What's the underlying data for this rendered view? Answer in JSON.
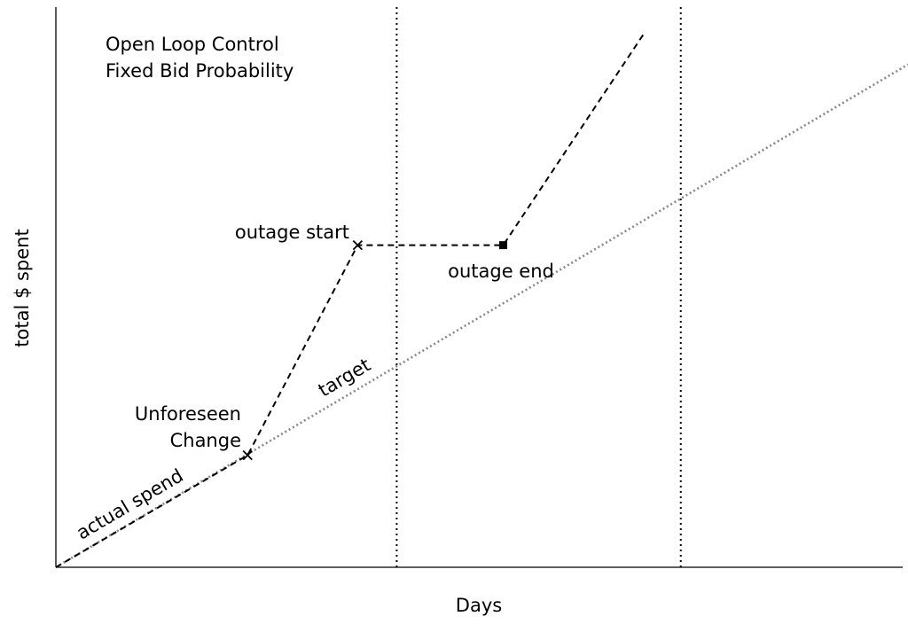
{
  "chart_data": {
    "type": "line",
    "title_lines": [
      "Open Loop Control",
      "Fixed Bid Probability"
    ],
    "xlabel": "Days",
    "ylabel": "total $ spent",
    "xlim": [
      0,
      12
    ],
    "ylim": [
      0,
      8
    ],
    "grid": false,
    "vertical_markers": [
      4.8,
      8.8
    ],
    "series": [
      {
        "label": "actual spend",
        "style": "dashed",
        "color": "#000000",
        "points": [
          [
            0,
            0
          ],
          [
            2.7,
            1.6
          ],
          [
            4.25,
            4.6
          ],
          [
            6.3,
            4.6
          ],
          [
            8.3,
            7.65
          ]
        ]
      },
      {
        "label": "target",
        "style": "dotted",
        "color": "#888888",
        "points": [
          [
            0,
            0
          ],
          [
            12,
            7.18
          ]
        ]
      }
    ],
    "annotations": [
      {
        "text": "Unforeseen",
        "x": 2.7,
        "y": 1.6
      },
      {
        "text": "Change",
        "x": 2.7,
        "y": 1.6
      },
      {
        "text": "outage start",
        "x": 4.25,
        "y": 4.6
      },
      {
        "text": "outage end",
        "x": 6.3,
        "y": 4.6
      }
    ],
    "markers": [
      {
        "shape": "x",
        "x": 2.7,
        "y": 1.6
      },
      {
        "shape": "x",
        "x": 4.25,
        "y": 4.6
      },
      {
        "shape": "square",
        "x": 6.3,
        "y": 4.6
      }
    ]
  }
}
